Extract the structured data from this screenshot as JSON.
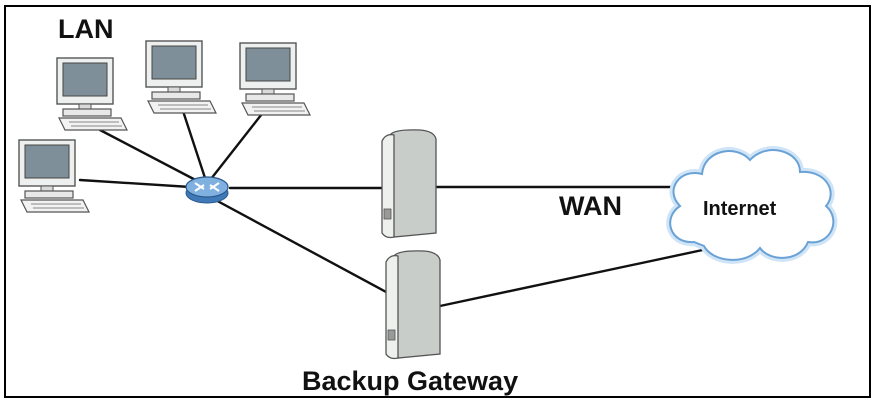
{
  "labels": {
    "lan": "LAN",
    "wan": "WAN",
    "internet": "Internet",
    "backup_gateway": "Backup Gateway"
  },
  "colors": {
    "frame": "#000000",
    "link": "#111111",
    "cloud_fill": "#ffffff",
    "cloud_stroke": "#6aa2d6",
    "cloud_glow": "#cfe4f6",
    "hub": "#5f95cf",
    "device_body": "#eef0ee",
    "device_side": "#c9cdc9",
    "monitor_screen": "#7f8f99",
    "monitor_case": "#eef0f0"
  },
  "icons": {
    "computer": "desktop-computer-icon",
    "hub": "switch-hub-icon",
    "gateway": "gateway-device-icon",
    "cloud": "internet-cloud-icon"
  }
}
